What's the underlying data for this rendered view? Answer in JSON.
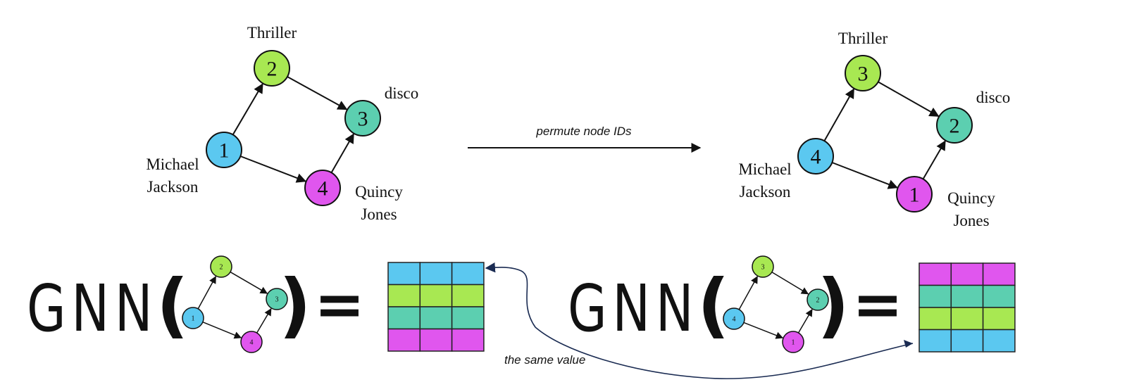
{
  "colors": {
    "artist": "#5bc8f0",
    "album": "#a8e852",
    "genre": "#5ccfb0",
    "producer": "#e056ee",
    "stroke": "#111111",
    "curve": "#1a2b52"
  },
  "original_graph": {
    "nodes": [
      {
        "id": "1",
        "label_lines": [
          "Michael",
          "Jackson"
        ],
        "role": "artist"
      },
      {
        "id": "2",
        "label_lines": [
          "Thriller"
        ],
        "role": "album"
      },
      {
        "id": "3",
        "label_lines": [
          "disco"
        ],
        "role": "genre"
      },
      {
        "id": "4",
        "label_lines": [
          "Quincy",
          "Jones"
        ],
        "role": "producer"
      }
    ],
    "edges": [
      [
        "1",
        "2"
      ],
      [
        "2",
        "3"
      ],
      [
        "1",
        "4"
      ],
      [
        "4",
        "3"
      ]
    ]
  },
  "permuted_graph": {
    "nodes": [
      {
        "id": "4",
        "label_lines": [
          "Michael",
          "Jackson"
        ],
        "role": "artist"
      },
      {
        "id": "3",
        "label_lines": [
          "Thriller"
        ],
        "role": "album"
      },
      {
        "id": "2",
        "label_lines": [
          "disco"
        ],
        "role": "genre"
      },
      {
        "id": "1",
        "label_lines": [
          "Quincy",
          "Jones"
        ],
        "role": "producer"
      }
    ],
    "edges": [
      [
        "4",
        "3"
      ],
      [
        "3",
        "2"
      ],
      [
        "4",
        "1"
      ],
      [
        "1",
        "2"
      ]
    ]
  },
  "permute_arrow": {
    "label": "permute node IDs"
  },
  "equations": {
    "function_name": "GNN",
    "open_paren": "(",
    "close_paren": ")",
    "equals": "=",
    "left_output_rows": [
      "artist",
      "album",
      "genre",
      "producer"
    ],
    "right_output_rows": [
      "producer",
      "genre",
      "album",
      "artist"
    ],
    "output_columns": 3
  },
  "same_value_annotation": {
    "label": "the same value"
  }
}
